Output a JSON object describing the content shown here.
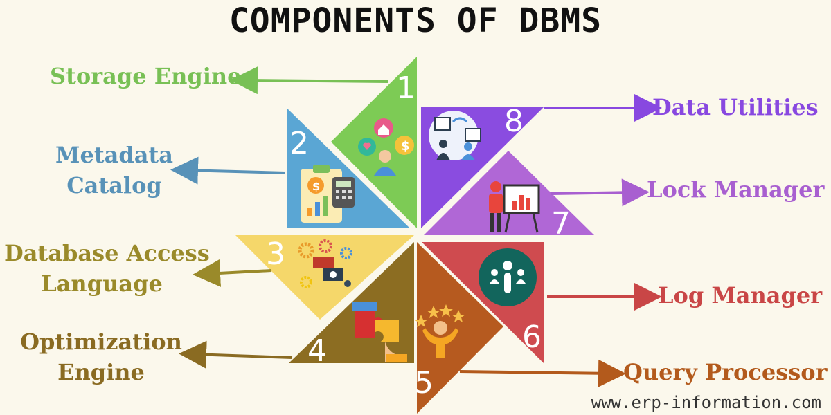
{
  "title": "COMPONENTS OF DBMS",
  "watermark": "www.erp-information.com",
  "components": [
    {
      "number": "1",
      "label_lines": [
        "Storage Engine"
      ],
      "color": "#7dcb55",
      "text_color": "#78c055",
      "arrow_color": "#78c055",
      "icon": "people-money-icon"
    },
    {
      "number": "2",
      "label_lines": [
        "Metadata",
        "Catalog"
      ],
      "color": "#5aa6d4",
      "text_color": "#5892b8",
      "arrow_color": "#5892b8",
      "icon": "clipboard-calculator-icon"
    },
    {
      "number": "3",
      "label_lines": [
        "Database Access",
        "Language"
      ],
      "color": "#f5d76a",
      "text_color": "#9a8a2a",
      "arrow_color": "#9a8a2a",
      "icon": "gears-monitor-icon"
    },
    {
      "number": "4",
      "label_lines": [
        "Optimization",
        "Engine"
      ],
      "color": "#8c6d22",
      "text_color": "#8a6b22",
      "arrow_color": "#8a6b22",
      "icon": "puzzle-hands-icon"
    },
    {
      "number": "5",
      "label_lines": [
        "Query Processor"
      ],
      "color": "#b65a1f",
      "text_color": "#b35a1c",
      "arrow_color": "#b35a1c",
      "icon": "star-person-icon"
    },
    {
      "number": "6",
      "label_lines": [
        "Log Manager"
      ],
      "color": "#cf4b4f",
      "text_color": "#c94646",
      "arrow_color": "#c94646",
      "icon": "team-circle-icon"
    },
    {
      "number": "7",
      "label_lines": [
        "Lock Manager"
      ],
      "color": "#b067d6",
      "text_color": "#a85fd0",
      "arrow_color": "#a85fd0",
      "icon": "presenter-chart-icon"
    },
    {
      "number": "8",
      "label_lines": [
        "Data Utilities"
      ],
      "color": "#8a4ce0",
      "text_color": "#8848e0",
      "arrow_color": "#8848e0",
      "icon": "collaboration-icon"
    }
  ]
}
